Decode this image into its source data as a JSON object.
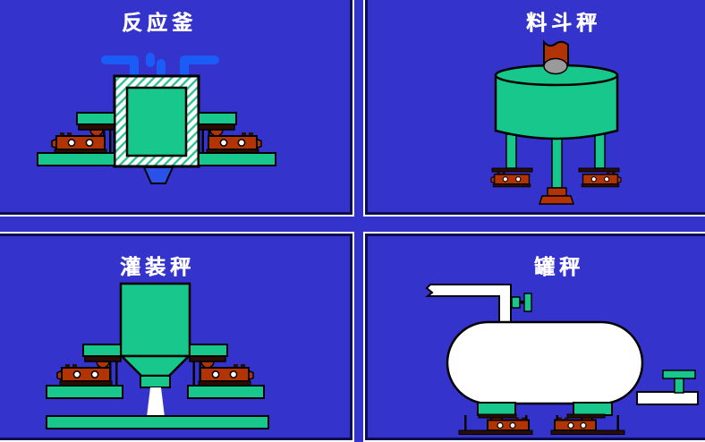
{
  "panels": [
    {
      "id": "reaction-kettle",
      "title": "反应釜"
    },
    {
      "id": "hopper-scale",
      "title": "料斗秤"
    },
    {
      "id": "filling-scale",
      "title": "灌装秤"
    },
    {
      "id": "tank-scale",
      "title": "罐秤"
    }
  ],
  "colors": {
    "background": "#3434cd",
    "panel_border_dark": "#0d0d52",
    "panel_border_highlight": "#ffffff",
    "equipment_green": "#17c78c",
    "load_cell_red": "#b23404",
    "pipe_blue": "#1a5cf5",
    "funnel_blue": "#2a52e8",
    "inlet_gray": "#9a9a9a",
    "tank_white": "#ffffff",
    "dark_metal": "#2a0c00",
    "outline_black": "#000000",
    "title_text": "#ffffff"
  }
}
